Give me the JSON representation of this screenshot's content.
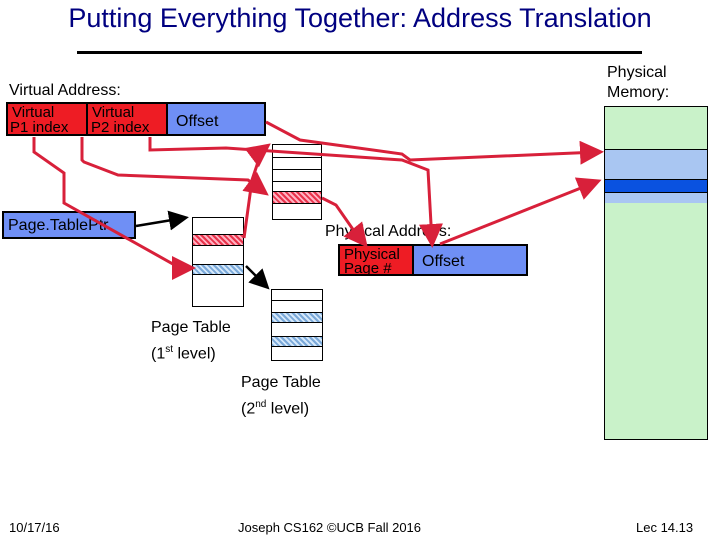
{
  "title": "Putting Everything Together: Address Translation",
  "virtual_address": {
    "label": "Virtual Address:",
    "p1_line1": "Virtual",
    "p1_line2": "P1 index",
    "p2_line1": "Virtual",
    "p2_line2": "P2 index",
    "offset": "Offset"
  },
  "page_table_ptr": "Page.TablePtr",
  "physical_address": {
    "label": "Physical Address:",
    "page_line1": "Physical",
    "page_line2": "Page #",
    "offset": "Offset"
  },
  "physical_memory": {
    "line1": "Physical",
    "line2": "Memory:"
  },
  "page_table_1": {
    "line1": "Page Table",
    "line2_prefix": "(1",
    "line2_sup": "st",
    "line2_suffix": " level)"
  },
  "page_table_2": {
    "line1": "Page Table",
    "line2_prefix": "(2",
    "line2_sup": "nd",
    "line2_suffix": " level)"
  },
  "footer": {
    "date": "10/17/16",
    "credit": "Joseph CS162 ©UCB Fall 2016",
    "lecture": "Lec 14.13"
  },
  "colors": {
    "title": "#000080",
    "red": "#ee1c24",
    "blue": "#6f8ff5",
    "memory": "#c9f2c9",
    "memory_light_blue": "#a9c6f2",
    "memory_dark_blue": "#0a52e0",
    "arrow_red": "#d8203a"
  }
}
